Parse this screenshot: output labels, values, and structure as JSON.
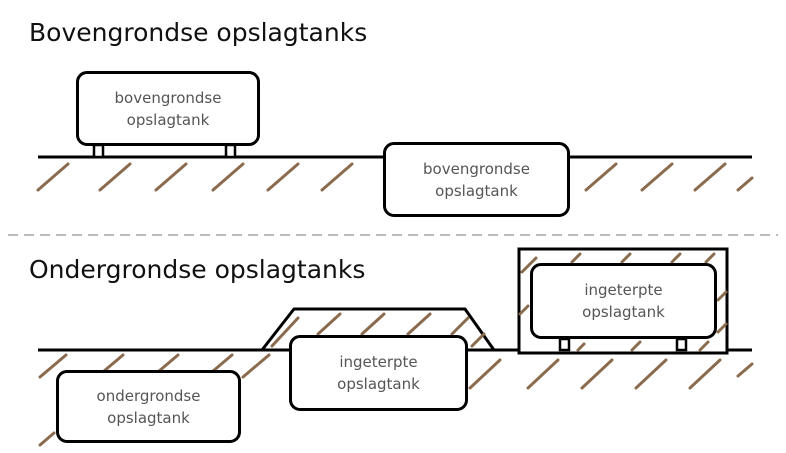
{
  "colors": {
    "line": "#000000",
    "hatch": "#8b6b4e",
    "divider": "#bbbbbb",
    "label_text": "#555555",
    "heading_text": "#111111"
  },
  "headings": {
    "above": "Bovengrondse opslagtanks",
    "below": "Ondergrondse opslagtanks"
  },
  "tanks": {
    "above_on_supports": {
      "line1": "bovengrondse",
      "line2": "opslagtank"
    },
    "above_half_buried": {
      "line1": "bovengrondse",
      "line2": "opslagtank"
    },
    "underground": {
      "line1": "ondergrondse",
      "line2": "opslagtank"
    },
    "mounded": {
      "line1": "ingeterpte",
      "line2": "opslagtank"
    },
    "enclosed": {
      "line1": "ingeterpte",
      "line2": "opslagtank"
    }
  }
}
